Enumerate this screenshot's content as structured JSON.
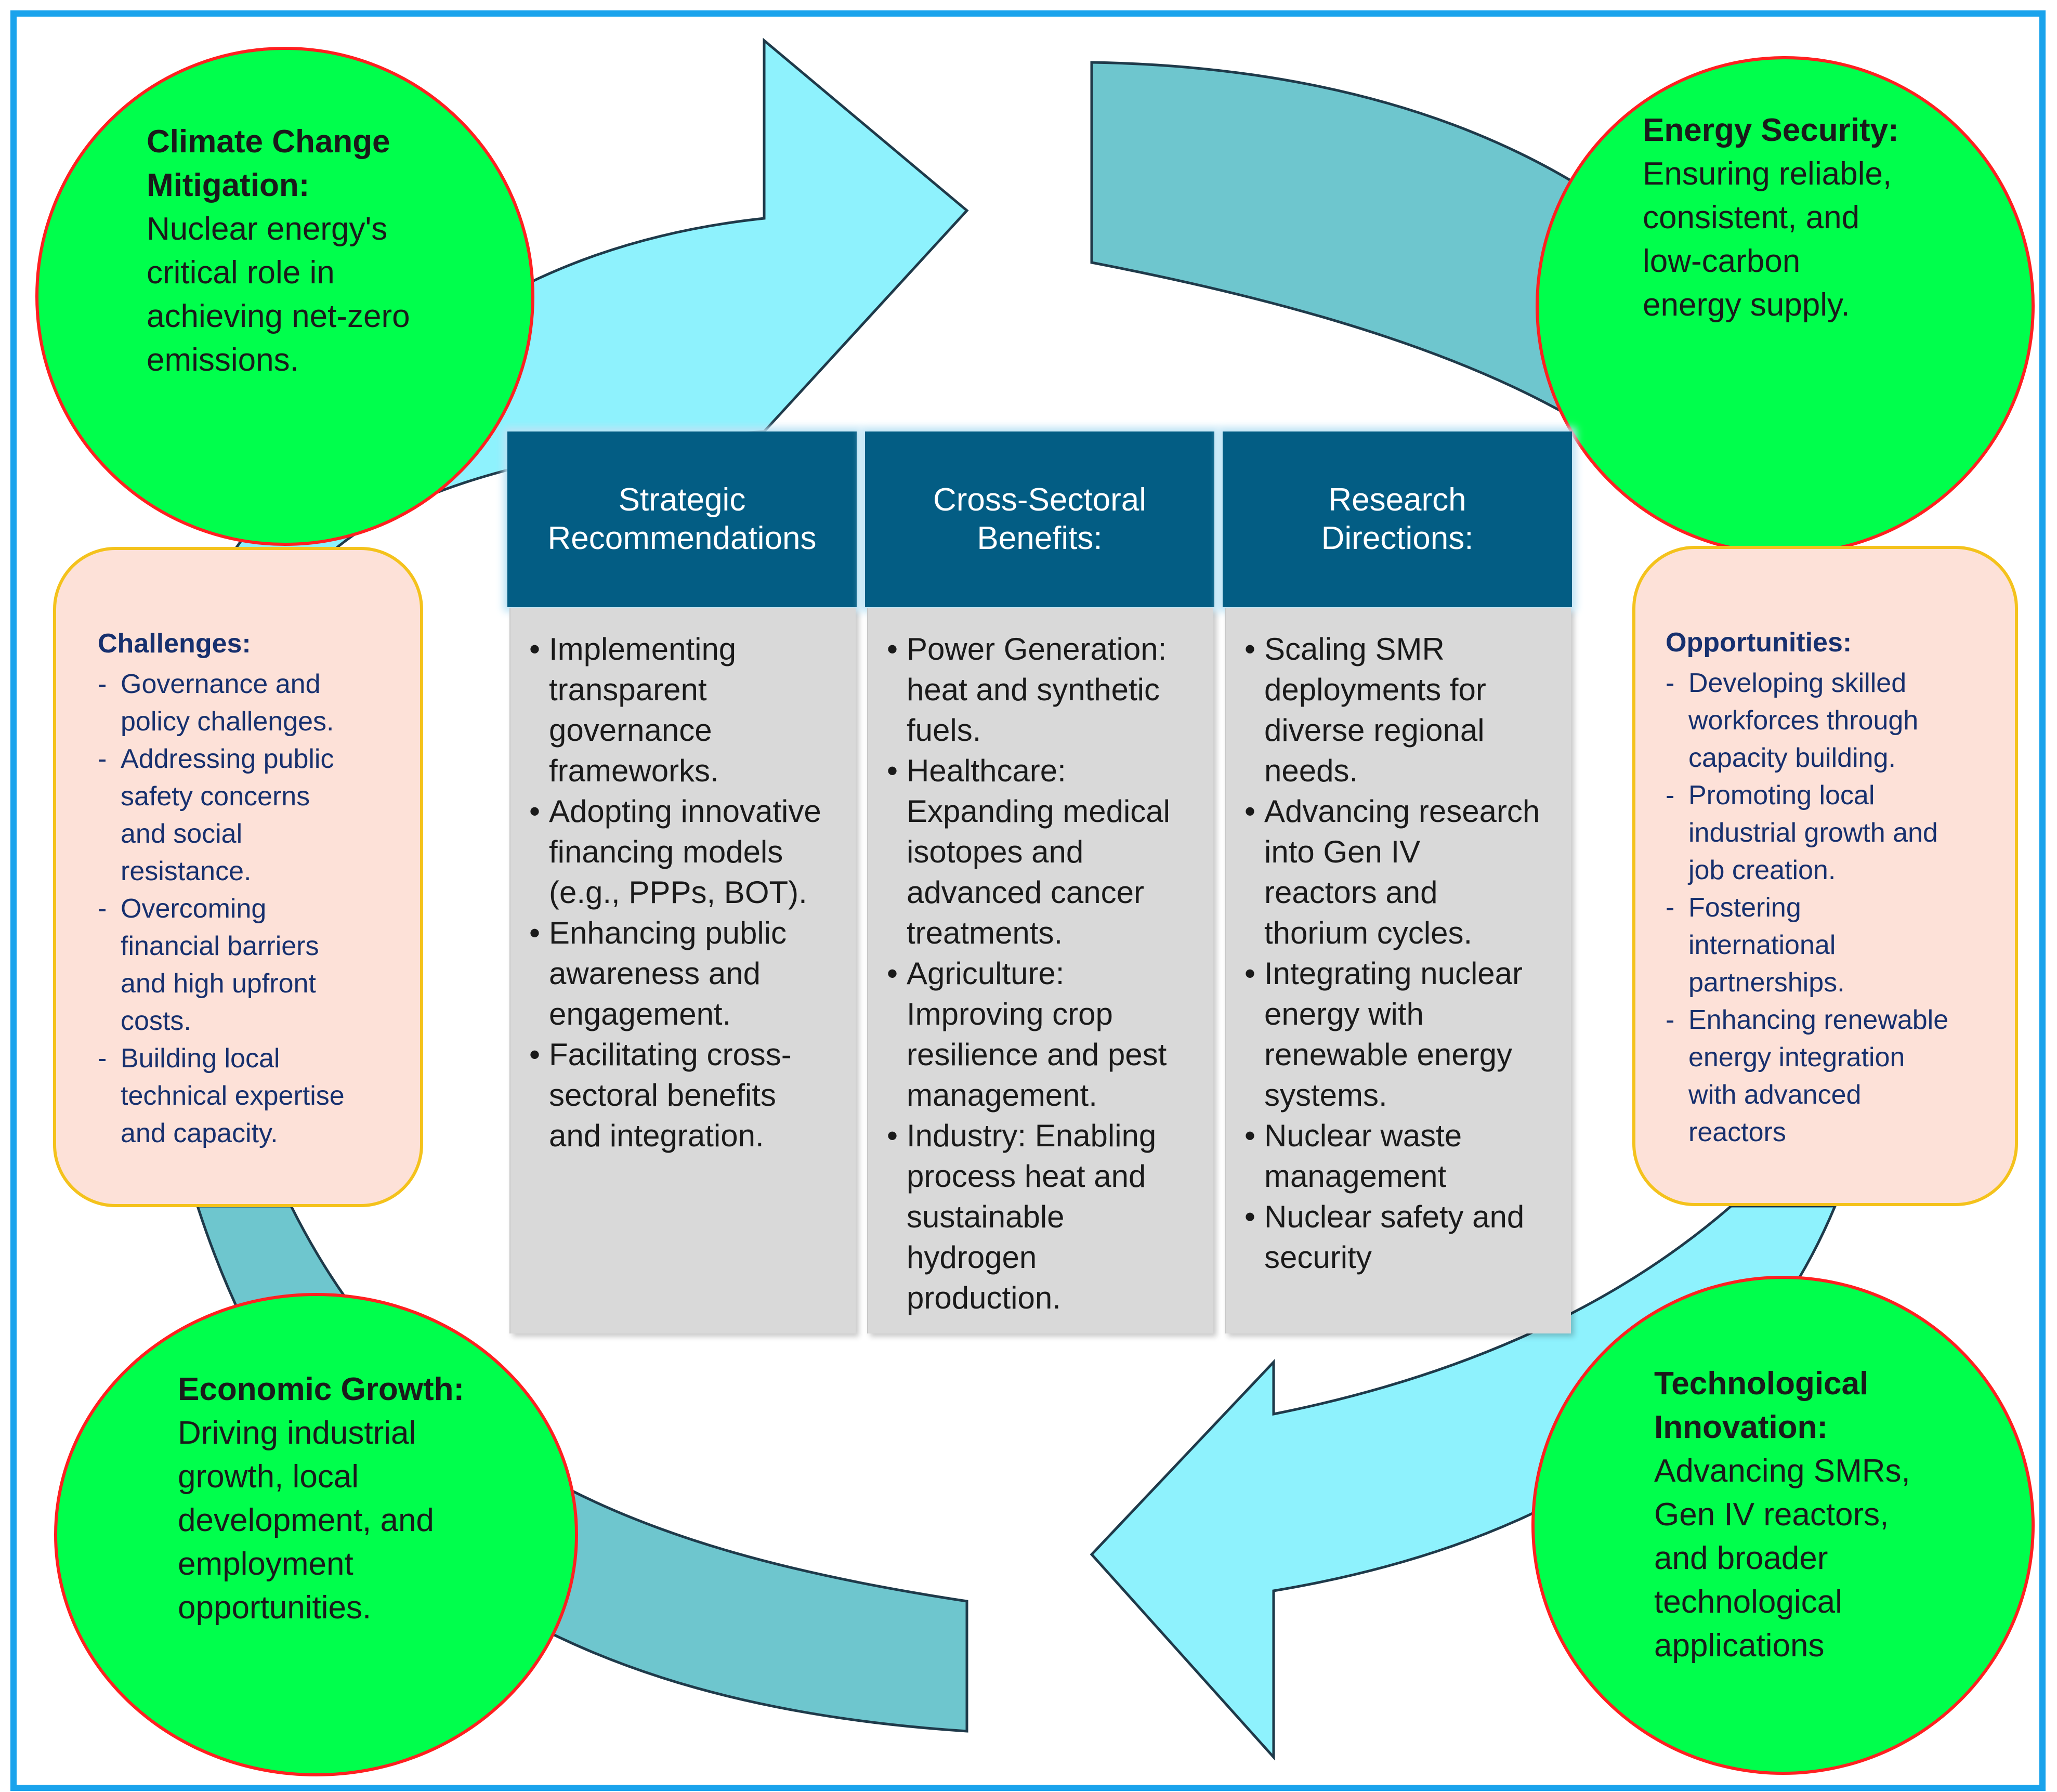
{
  "colors": {
    "frame": "#1AA3EC",
    "arrow_light": "#8EF2FD",
    "arrow_dark": "#6EC6CE",
    "circle_fill": "#00FF4C",
    "circle_border": "#FF2020",
    "side_box_fill": "#FDE1D8",
    "side_box_border": "#F4C21C",
    "header_fill": "#035D84",
    "panel_fill": "#D9D9D9"
  },
  "circles": {
    "climate": {
      "title": "Climate Change\nMitigation:",
      "body": "Nuclear energy's\ncritical role in\nachieving net-zero\nemissions."
    },
    "energy": {
      "title": "Energy Security:",
      "body": "Ensuring reliable,\nconsistent, and\nlow-carbon\nenergy supply."
    },
    "economic": {
      "title": "Economic Growth:",
      "body": "Driving industrial\ngrowth, local\ndevelopment, and\nemployment\nopportunities."
    },
    "technology": {
      "title": "Technological\nInnovation:",
      "body": "Advancing SMRs,\nGen IV reactors,\nand broader\ntechnological\napplications"
    }
  },
  "challenges": {
    "title": "Challenges:",
    "items": [
      "Governance and\npolicy challenges.",
      "Addressing public\nsafety concerns\nand social\nresistance.",
      "Overcoming\nfinancial barriers\nand high upfront\ncosts.",
      "Building local\ntechnical expertise\nand capacity."
    ]
  },
  "opportunities": {
    "title": "Opportunities:",
    "items": [
      "Developing skilled\nworkforces through\ncapacity building.",
      "Promoting local\nindustrial growth and\njob creation.",
      "Fostering\ninternational\npartnerships.",
      "Enhancing renewable\nenergy integration\nwith advanced\nreactors"
    ]
  },
  "columns": [
    {
      "header": "Strategic\nRecommendations",
      "items": [
        "Implementing\ntransparent\ngovernance\nframeworks.",
        "Adopting innovative\nfinancing models\n(e.g., PPPs, BOT).",
        "Enhancing public\nawareness and\nengagement.",
        "Facilitating cross-\nsectoral benefits\nand integration."
      ]
    },
    {
      "header": "Cross-Sectoral\nBenefits:",
      "items": [
        "Power Generation:\nheat and synthetic\nfuels.",
        "Healthcare:\nExpanding medical\nisotopes and\nadvanced cancer\ntreatments.",
        "Agriculture:\nImproving crop\nresilience and pest\nmanagement.",
        "Industry: Enabling\nprocess heat and\nsustainable\nhydrogen\nproduction."
      ]
    },
    {
      "header": "Research\nDirections:",
      "items": [
        "Scaling SMR\ndeployments for\ndiverse regional\nneeds.",
        "Advancing research\ninto Gen IV\nreactors and\nthorium cycles.",
        "Integrating nuclear\nenergy with\nrenewable energy\nsystems.",
        "Nuclear waste\nmanagement",
        "Nuclear safety and\nsecurity"
      ]
    }
  ]
}
